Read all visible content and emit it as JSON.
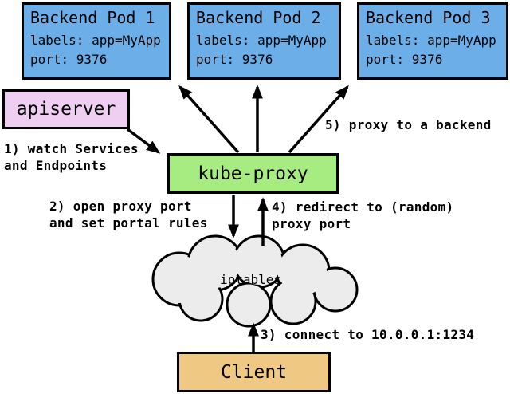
{
  "colors": {
    "pod_fill": "#6CAEE8",
    "apiserver_fill": "#EECFF2",
    "kubeproxy_fill": "#A6EC80",
    "client_fill": "#EFC983",
    "cloud_fill": "#ECECEC",
    "border": "#000000"
  },
  "nodes": {
    "backend_pods": [
      {
        "title": "Backend Pod 1",
        "labels": "labels: app=MyApp",
        "port": "port: 9376"
      },
      {
        "title": "Backend Pod 2",
        "labels": "labels: app=MyApp",
        "port": "port: 9376"
      },
      {
        "title": "Backend Pod 3",
        "labels": "labels: app=MyApp",
        "port": "port: 9376"
      }
    ],
    "apiserver": {
      "label": "apiserver"
    },
    "kube_proxy": {
      "label": "kube-proxy"
    },
    "iptables": {
      "label": "iptables"
    },
    "client": {
      "label": "Client"
    }
  },
  "annotations": {
    "step1": {
      "line1": "1) watch Services",
      "line2": "and Endpoints"
    },
    "step2": {
      "line1": "2) open proxy port",
      "line2": "and set portal rules"
    },
    "step3": {
      "line1": "3) connect to 10.0.0.1:1234"
    },
    "step4": {
      "line1": "4) redirect to (random)",
      "line2": "proxy port"
    },
    "step5": {
      "line1": "5) proxy to a backend"
    }
  }
}
